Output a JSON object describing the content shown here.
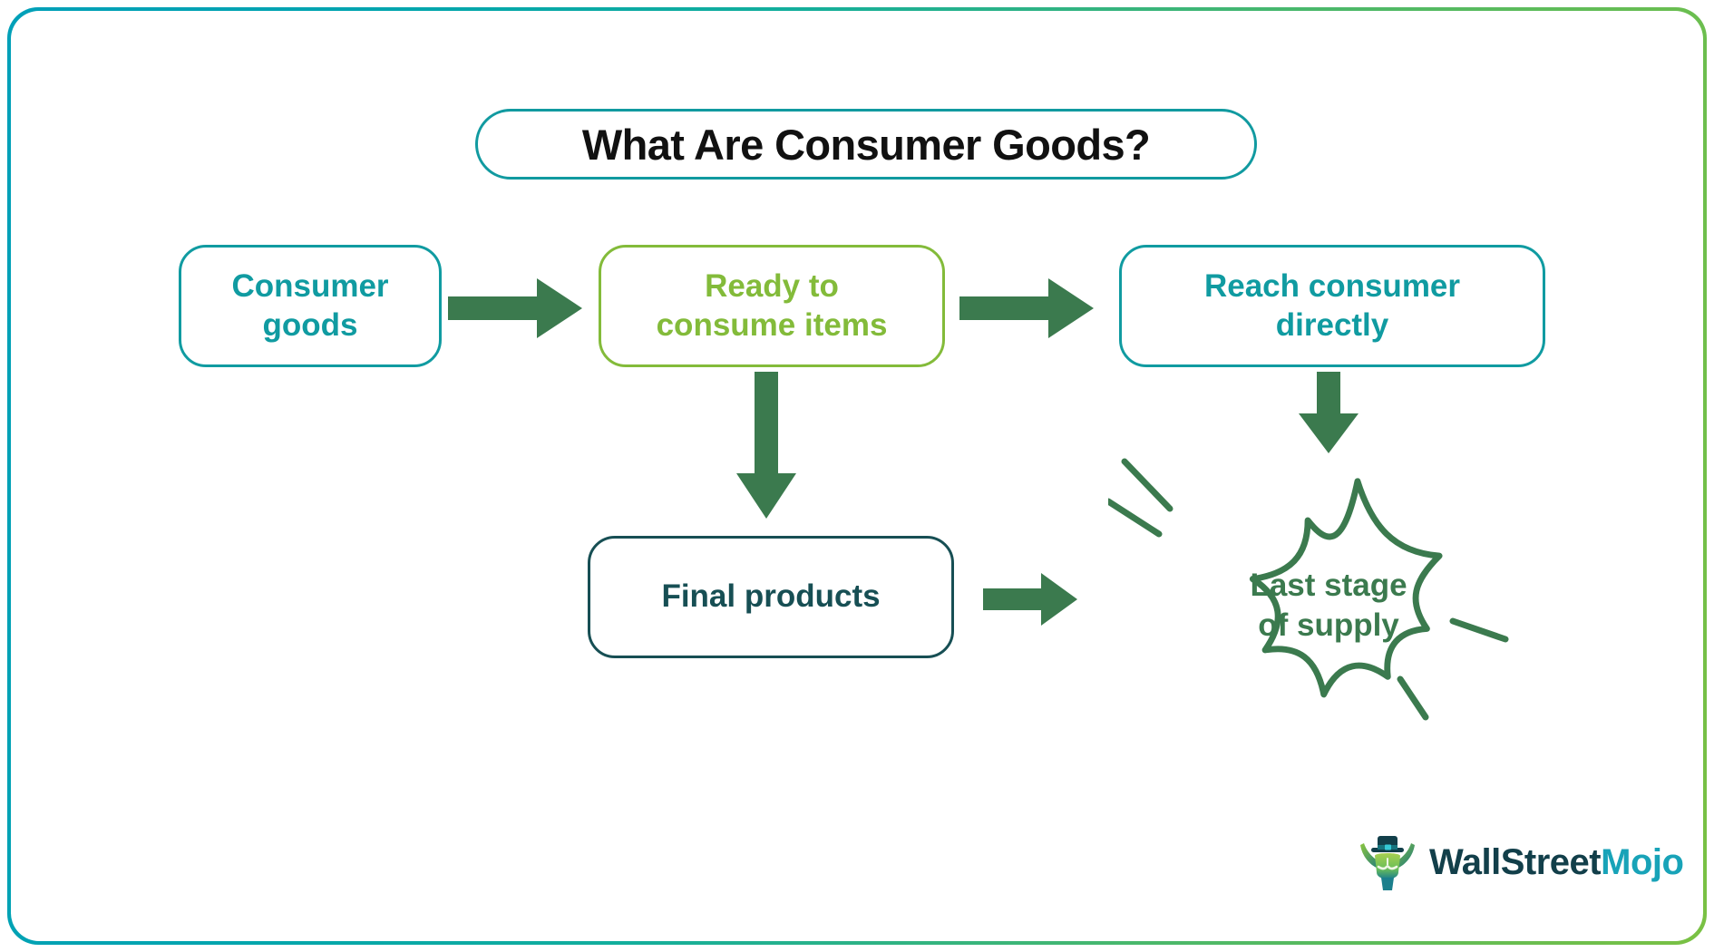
{
  "title": {
    "text": "What Are Consumer Goods?"
  },
  "colors": {
    "teal": "#109ba1",
    "light_green": "#83bb3a",
    "dark_green": "#3b7a4e",
    "dark_teal": "#174f54",
    "frame_gradient_start": "#00a0b8",
    "frame_gradient_end": "#7ac143",
    "title_text": "#111111"
  },
  "nodes": {
    "consumer_goods": {
      "line1": "Consumer",
      "line2": "goods"
    },
    "ready_items": {
      "line1": "Ready to",
      "line2": "consume items"
    },
    "reach_consumer": {
      "line1": "Reach consumer",
      "line2": "directly"
    },
    "final_products": {
      "line1": "Final products",
      "line2": ""
    },
    "last_stage": {
      "line1": "Last stage",
      "line2": "of supply"
    }
  },
  "arrows": [
    {
      "name": "consumer-goods-to-ready-items",
      "direction": "right"
    },
    {
      "name": "ready-items-to-reach-consumer",
      "direction": "right"
    },
    {
      "name": "ready-items-to-final-products",
      "direction": "down"
    },
    {
      "name": "reach-consumer-to-last-stage",
      "direction": "down"
    },
    {
      "name": "final-products-to-last-stage",
      "direction": "right"
    }
  ],
  "logo": {
    "brand_primary": "WallStreet",
    "brand_secondary": "Mojo",
    "mark": "bull-with-top-hat"
  }
}
